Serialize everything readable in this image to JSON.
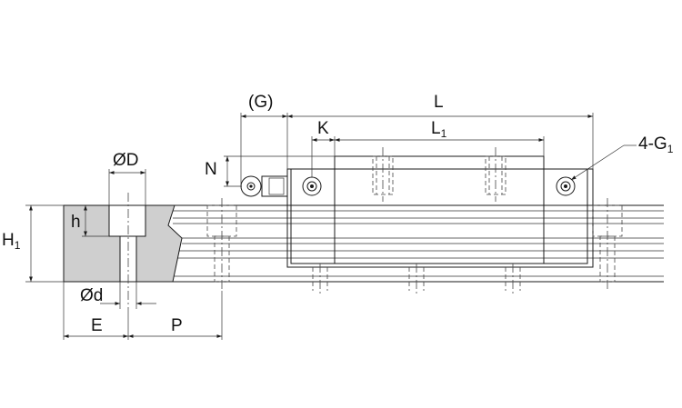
{
  "labels": {
    "G": "(G)",
    "L": "L",
    "K": "K",
    "L1_main": "L",
    "L1_sub": "1",
    "N": "N",
    "G1_main": "4-G",
    "G1_sub": "1",
    "D": "ØD",
    "h": "h",
    "H1_main": "H",
    "H1_sub": "1",
    "d": "Ød",
    "E": "E",
    "P": "P"
  },
  "colors": {
    "line": "#1a1a1a",
    "section_fill": "#cfcfcf",
    "block_fill": "#ffffff"
  }
}
